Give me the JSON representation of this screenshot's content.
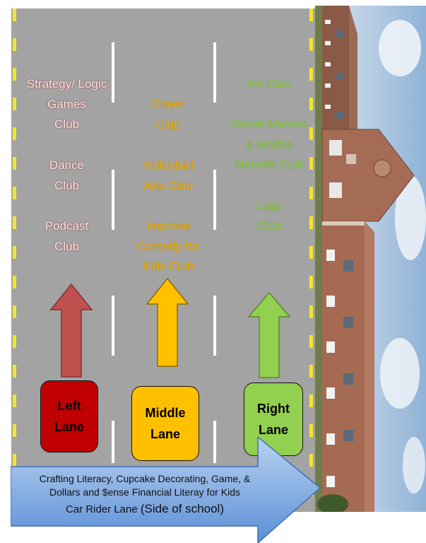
{
  "lanes": {
    "left": {
      "label": "Left\nLane",
      "color": "#c00000",
      "arrow_color": "#c0504d"
    },
    "middle": {
      "label": "Middle\nLane",
      "color": "#ffc000",
      "arrow_color": "#ffc000"
    },
    "right": {
      "label": "Right\nLane",
      "color": "#92d050",
      "arrow_color": "#92d050"
    }
  },
  "clubs": {
    "left": [
      "Strategy/ Logic\nGames\nClub",
      "Dance\nClub",
      "Podcast\nClub"
    ],
    "middle": [
      "Cheer\nClub",
      "Volleyball\nArts Club",
      "Improve\nComedy for\nKids Club"
    ],
    "right": [
      "Art Club",
      "Model Makers\n& Marble\nMarvels Club",
      "Lego\nClub"
    ]
  },
  "car_rider": {
    "line1": "Crafting Literacy, Cupcake Decorating, Game, &",
    "line2": "Dollars and $ense Financial Literay for Kids",
    "line3_main": "Car Rider Lane ",
    "line3_sub": "(Side of school)"
  },
  "colors": {
    "road": "#a3a3a3",
    "yellow_line": "#f4e628",
    "banner_top": "#b9d2f1",
    "banner_bottom": "#5b8fd6"
  }
}
